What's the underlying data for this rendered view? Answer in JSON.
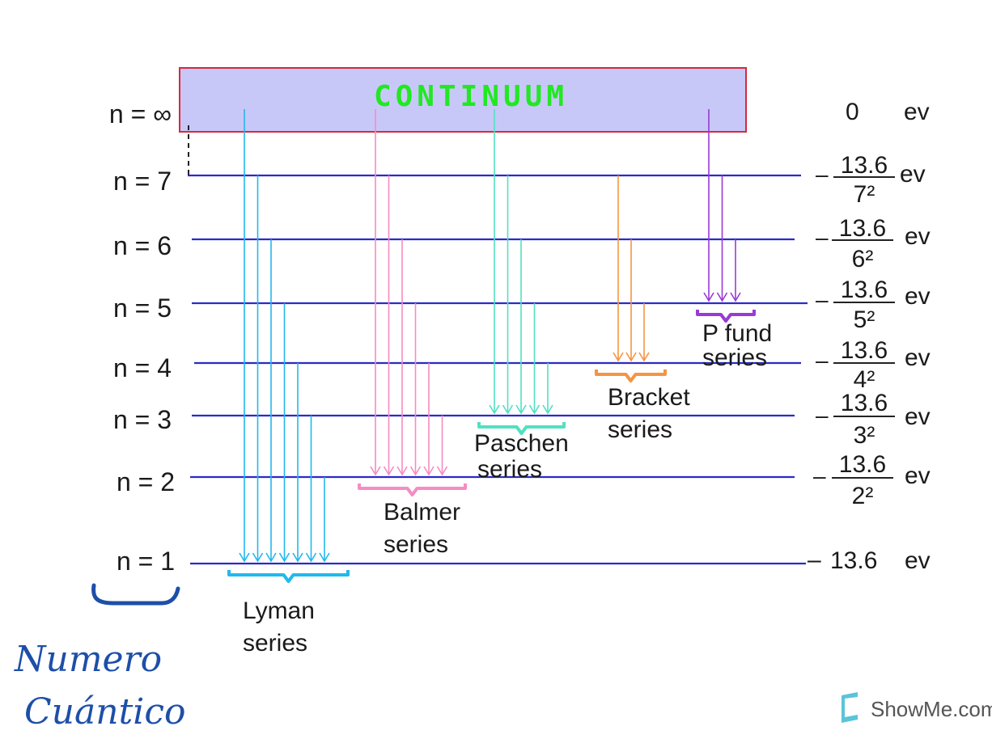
{
  "continuum": {
    "label": "CONTINUUM",
    "fill": "#c8c8f8",
    "border": "#d8283a"
  },
  "levels": [
    {
      "n": "n = ∞",
      "energy_num": "0",
      "energy_den": "",
      "energy_unit": "ev"
    },
    {
      "n": "n = 7",
      "energy_num": "13.6",
      "energy_den": "7²",
      "energy_unit": "ev"
    },
    {
      "n": "n = 6",
      "energy_num": "13.6",
      "energy_den": "6²",
      "energy_unit": "ev"
    },
    {
      "n": "n = 5",
      "energy_num": "13.6",
      "energy_den": "5²",
      "energy_unit": "ev"
    },
    {
      "n": "n = 4",
      "energy_num": "13.6",
      "energy_den": "4²",
      "energy_unit": "ev"
    },
    {
      "n": "n = 3",
      "energy_num": "13.6",
      "energy_den": "3²",
      "energy_unit": "ev"
    },
    {
      "n": "n = 2",
      "energy_num": "13.6",
      "energy_den": "2²",
      "energy_unit": "ev"
    },
    {
      "n": "n = 1",
      "energy_num": "13.6",
      "energy_den": "",
      "energy_unit": "ev"
    }
  ],
  "series": [
    {
      "line1": "Lyman",
      "line2": "series",
      "color": "#22b8ec"
    },
    {
      "line1": "Balmer",
      "line2": "series",
      "color": "#f58cc4"
    },
    {
      "line1": "Paschen",
      "line2": "series",
      "color": "#52e0c2"
    },
    {
      "line1": "Bracket",
      "line2": "series",
      "color": "#f59442"
    },
    {
      "line1": "P fund",
      "line2": "series",
      "color": "#9a3ad6"
    }
  ],
  "annotation": {
    "line1": "Numero",
    "line2": "Cuántico"
  },
  "logo": {
    "text": "ShowMe.com"
  },
  "colors": {
    "level_line": "#2b2bc8",
    "ink": "#1d4fa8"
  }
}
